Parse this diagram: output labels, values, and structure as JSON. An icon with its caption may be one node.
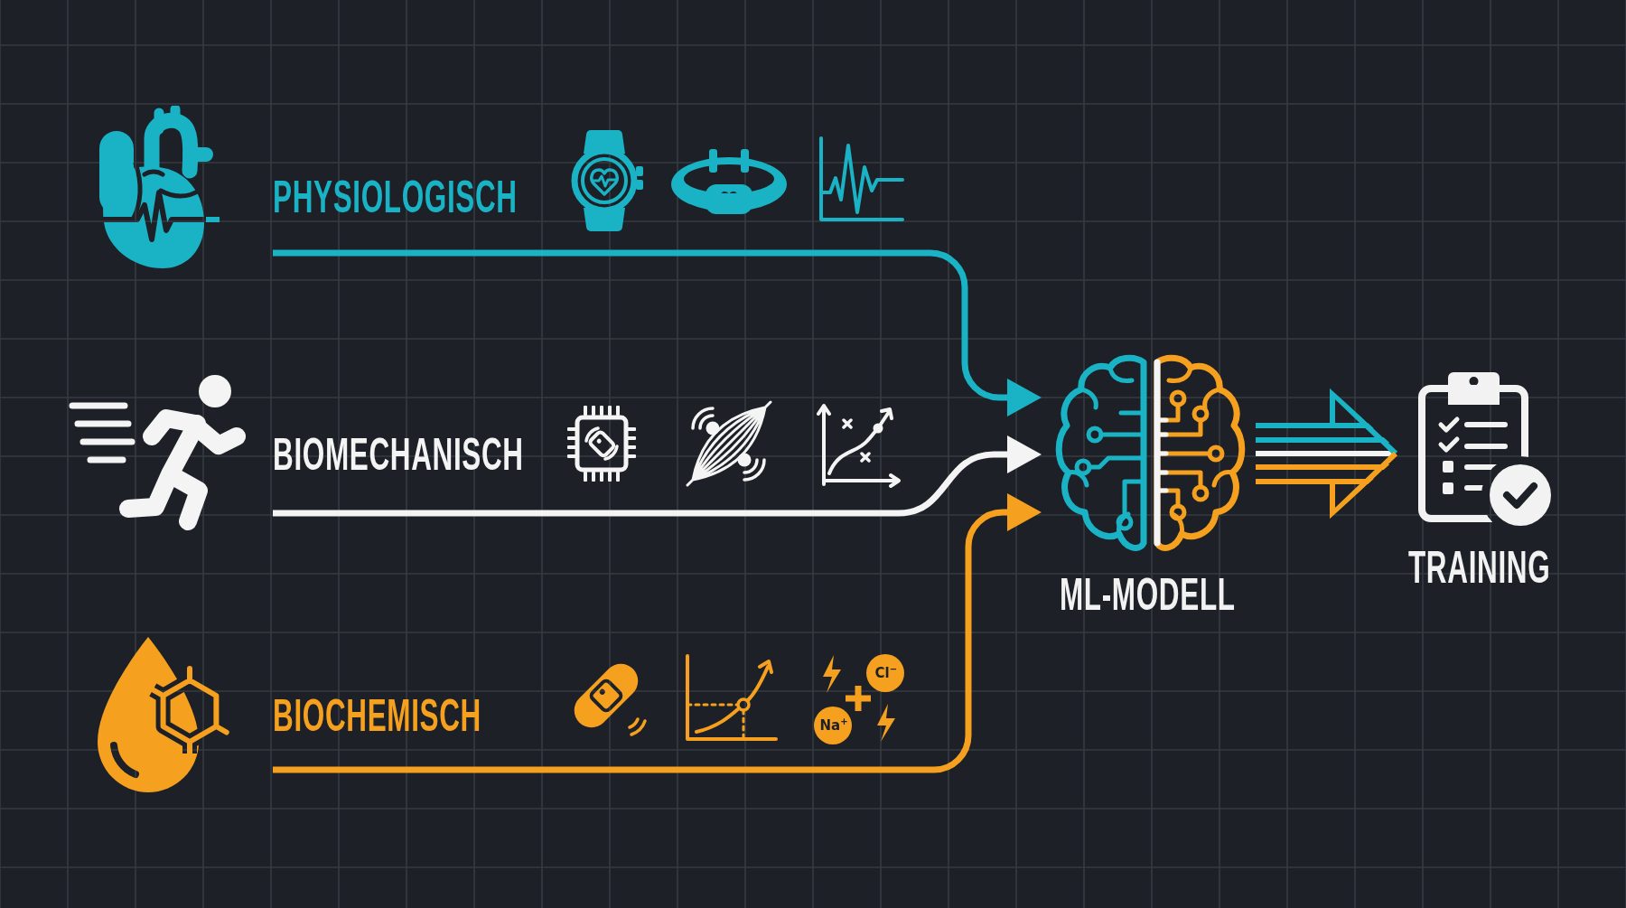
{
  "diagram": {
    "nodes": [
      {
        "text": [
          "PHYSIOLOGISCH"
        ]
      },
      {
        "text": [
          "BIOMECHANISCH"
        ]
      },
      {
        "text": [
          "BIOCHEMISCH"
        ]
      },
      {
        "text": [
          "ML-MODELL"
        ]
      },
      {
        "text": [
          "TRAINING"
        ]
      }
    ],
    "edges": [
      {
        "from": 0,
        "to": 3,
        "arrow": "to",
        "color": "#1ab3c5"
      },
      {
        "from": 1,
        "to": 3,
        "arrow": "to",
        "color": "#f4f4f4"
      },
      {
        "from": 2,
        "to": 3,
        "arrow": "to",
        "color": "#f5a01f"
      },
      {
        "from": 3,
        "to": 4,
        "arrow": "to",
        "style": "thick"
      }
    ],
    "labels": [
      "Cl$^{−}$",
      "Na$^{+}$"
    ]
  }
}
